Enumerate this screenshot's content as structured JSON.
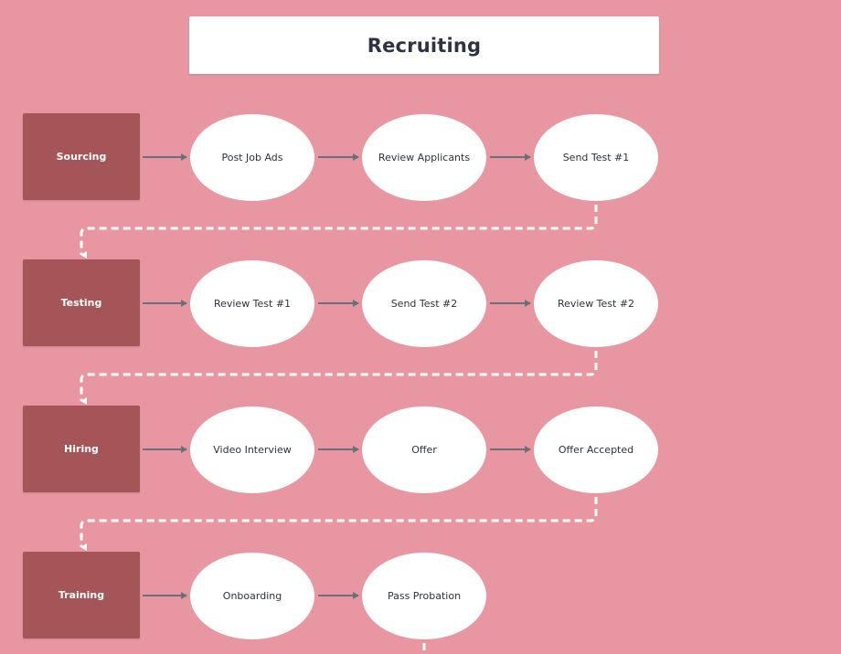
{
  "title": "Recruiting",
  "colors": {
    "background": "#e897a2",
    "stage_fill": "#a55558",
    "step_fill": "#ffffff",
    "arrow": "#6b7078",
    "dashed_connector": "#ffffff",
    "text_dark": "#2b3440"
  },
  "rows": [
    {
      "stage": "Sourcing",
      "steps": [
        "Post Job Ads",
        "Review Applicants",
        "Send Test #1"
      ]
    },
    {
      "stage": "Testing",
      "steps": [
        "Review Test #1",
        "Send Test #2",
        "Review Test #2"
      ]
    },
    {
      "stage": "Hiring",
      "steps": [
        "Video Interview",
        "Offer",
        "Offer Accepted"
      ]
    },
    {
      "stage": "Training",
      "steps": [
        "Onboarding",
        "Pass Probation"
      ]
    }
  ]
}
